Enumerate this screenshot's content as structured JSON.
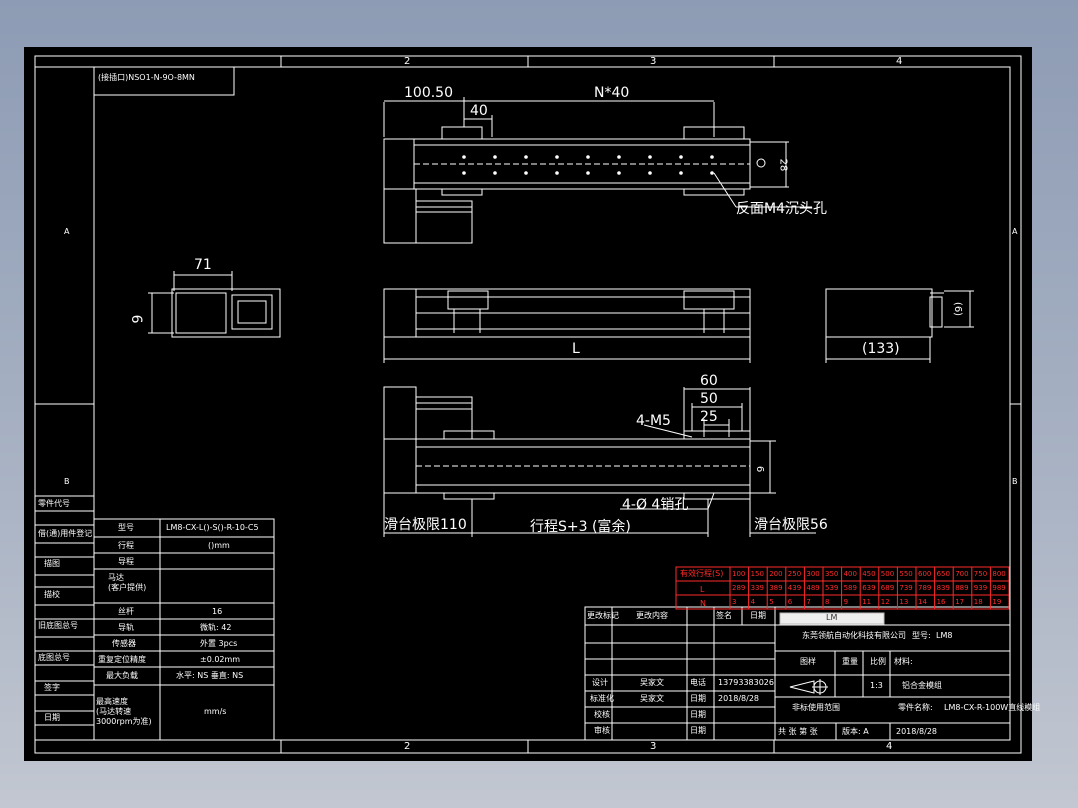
{
  "colors": {
    "background": "#000000",
    "line": "#ffffff",
    "red_table": "#ff2a2a",
    "viewport_top": "#8d9bb4",
    "viewport_bottom": "#c2c7d1"
  },
  "border": {
    "cols": [
      "2",
      "3",
      "4"
    ],
    "rows": [
      "A",
      "B"
    ]
  },
  "header_code": "(接插口)NSO1-N-9O-8MN",
  "top_view": {
    "dim_left": "100.50",
    "dim_pitch": "40",
    "dim_span": "N*40",
    "dim_height": "28",
    "note": "反面M4沉头孔"
  },
  "front_view": {
    "dim_length": "L"
  },
  "left_view": {
    "dim_width": "71",
    "dim_height": "9"
  },
  "right_view": {
    "dim_length": "(133)",
    "dim_height": "(6)"
  },
  "bottom_view": {
    "dim_60": "60",
    "dim_50": "50",
    "dim_25": "25",
    "thread": "4-M5",
    "pins": "4-Ø 4销孔",
    "dim_h": "6",
    "limit_left": "滑台极限110",
    "stroke": "行程S+3 (富余)",
    "limit_right": "滑台极限56"
  },
  "side_labels": [
    "零件代号",
    "借(通)用件登记",
    "描图",
    "描校",
    "旧底图总号",
    "底图总号",
    "签字",
    "日期"
  ],
  "spec_table": [
    {
      "label": "型号",
      "value": "LM8-CX-L()-S()-R-10-C5"
    },
    {
      "label": "行程",
      "value": "()mm"
    },
    {
      "label": "导程",
      "value": ""
    },
    {
      "label": "马达\n(客户提供)",
      "value": ""
    },
    {
      "label": "丝杆",
      "value": "16"
    },
    {
      "label": "导轨",
      "value": "微轨: 42"
    },
    {
      "label": "传感器",
      "value": "外置 3pcs"
    },
    {
      "label": "重复定位精度",
      "value": "±0.02mm"
    },
    {
      "label": "最大负载",
      "value": "水平: NS    垂直: NS"
    },
    {
      "label": "最高速度\n(马达转速3000rpm为准)",
      "value": "mm/s"
    }
  ],
  "red_table": {
    "header": "有效行程(S)",
    "row_labels": [
      "L",
      "N"
    ],
    "strokes": [
      "100",
      "150",
      "200",
      "250",
      "300",
      "350",
      "400",
      "450",
      "500",
      "550",
      "600",
      "650",
      "700",
      "750",
      "800"
    ],
    "L": [
      "289",
      "339",
      "389",
      "439",
      "489",
      "539",
      "589",
      "639",
      "689",
      "739",
      "789",
      "839",
      "889",
      "939",
      "989"
    ],
    "N": [
      "3",
      "4",
      "5",
      "6",
      "7",
      "8",
      "9",
      "11",
      "12",
      "13",
      "14",
      "16",
      "17",
      "18",
      "19"
    ]
  },
  "revision_block": {
    "headers": [
      "更改标记",
      "更改内容",
      "签名",
      "日期"
    ],
    "rows": [
      {
        "role": "设计",
        "name": "吴家文",
        "f": "电话",
        "v": "13793383026"
      },
      {
        "role": "标准化",
        "name": "吴家文",
        "f": "日期",
        "v": "2018/8/28"
      },
      {
        "role": "校核",
        "name": "",
        "f": "日期",
        "v": ""
      },
      {
        "role": "审核",
        "name": "",
        "f": "日期",
        "v": ""
      }
    ]
  },
  "title_block": {
    "logo": "LM",
    "company": "东莞领航自动化科技有限公司",
    "model_label": "型号:",
    "model": "LM8",
    "col_headers": [
      "图样",
      "重量",
      "比例"
    ],
    "material_label": "材料:",
    "scale": "1:3",
    "material": "铝合金模组",
    "customer_label": "非标使用范围",
    "part_name_label": "零件名称:",
    "part_name": "LM8-CX-R-100W直线模组",
    "sheets": "共 张  第 张",
    "version": "版本: A",
    "date": "2018/8/28"
  }
}
